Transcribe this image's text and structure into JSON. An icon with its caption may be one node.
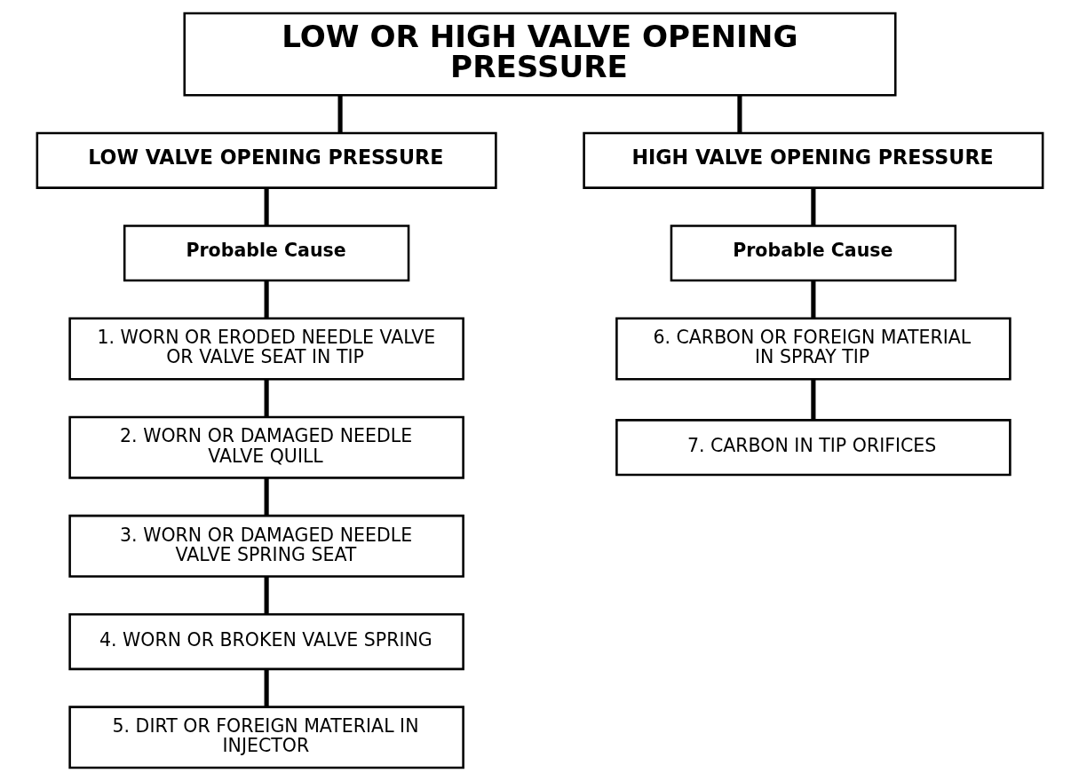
{
  "diagram": {
    "nodes": [
      {
        "text": [
          "LOW OR HIGH VALVE OPENING PRESSURE"
        ]
      },
      {
        "text": [
          "LOW VALVE OPENING PRESSURE"
        ]
      },
      {
        "text": [
          "HIGH VALVE OPENING PRESSURE"
        ]
      },
      {
        "text": [
          "Probable Cause"
        ]
      },
      {
        "text": [
          "Probable Cause"
        ]
      },
      {
        "text": [
          "1. WORN OR ERODED NEEDLE VALVE OR VALVE SEAT IN TIP"
        ]
      },
      {
        "text": [
          "2. WORN OR DAMAGED NEEDLE VALVE QUILL"
        ]
      },
      {
        "text": [
          "3. WORN OR DAMAGED NEEDLE VALVE SPRING SEAT"
        ]
      },
      {
        "text": [
          "4. WORN OR BROKEN VALVE SPRING"
        ]
      },
      {
        "text": [
          "5. DIRT OR FOREIGN MATERIAL IN INJECTOR"
        ]
      },
      {
        "text": [
          "6. CARBON OR FOREIGN MATERIAL IN SPRAY TIP"
        ]
      },
      {
        "text": [
          "7. CARBON IN TIP ORIFICES"
        ]
      }
    ],
    "edges": [
      {
        "from": 0,
        "to": 1,
        "arrow": "none"
      },
      {
        "from": 0,
        "to": 2,
        "arrow": "none"
      },
      {
        "from": 1,
        "to": 3,
        "arrow": "none"
      },
      {
        "from": 3,
        "to": 5,
        "arrow": "none"
      },
      {
        "from": 5,
        "to": 6,
        "arrow": "none"
      },
      {
        "from": 6,
        "to": 7,
        "arrow": "none"
      },
      {
        "from": 7,
        "to": 8,
        "arrow": "none"
      },
      {
        "from": 8,
        "to": 9,
        "arrow": "none"
      },
      {
        "from": 2,
        "to": 4,
        "arrow": "none"
      },
      {
        "from": 4,
        "to": 10,
        "arrow": "none"
      },
      {
        "from": 10,
        "to": 11,
        "arrow": "none"
      }
    ]
  }
}
